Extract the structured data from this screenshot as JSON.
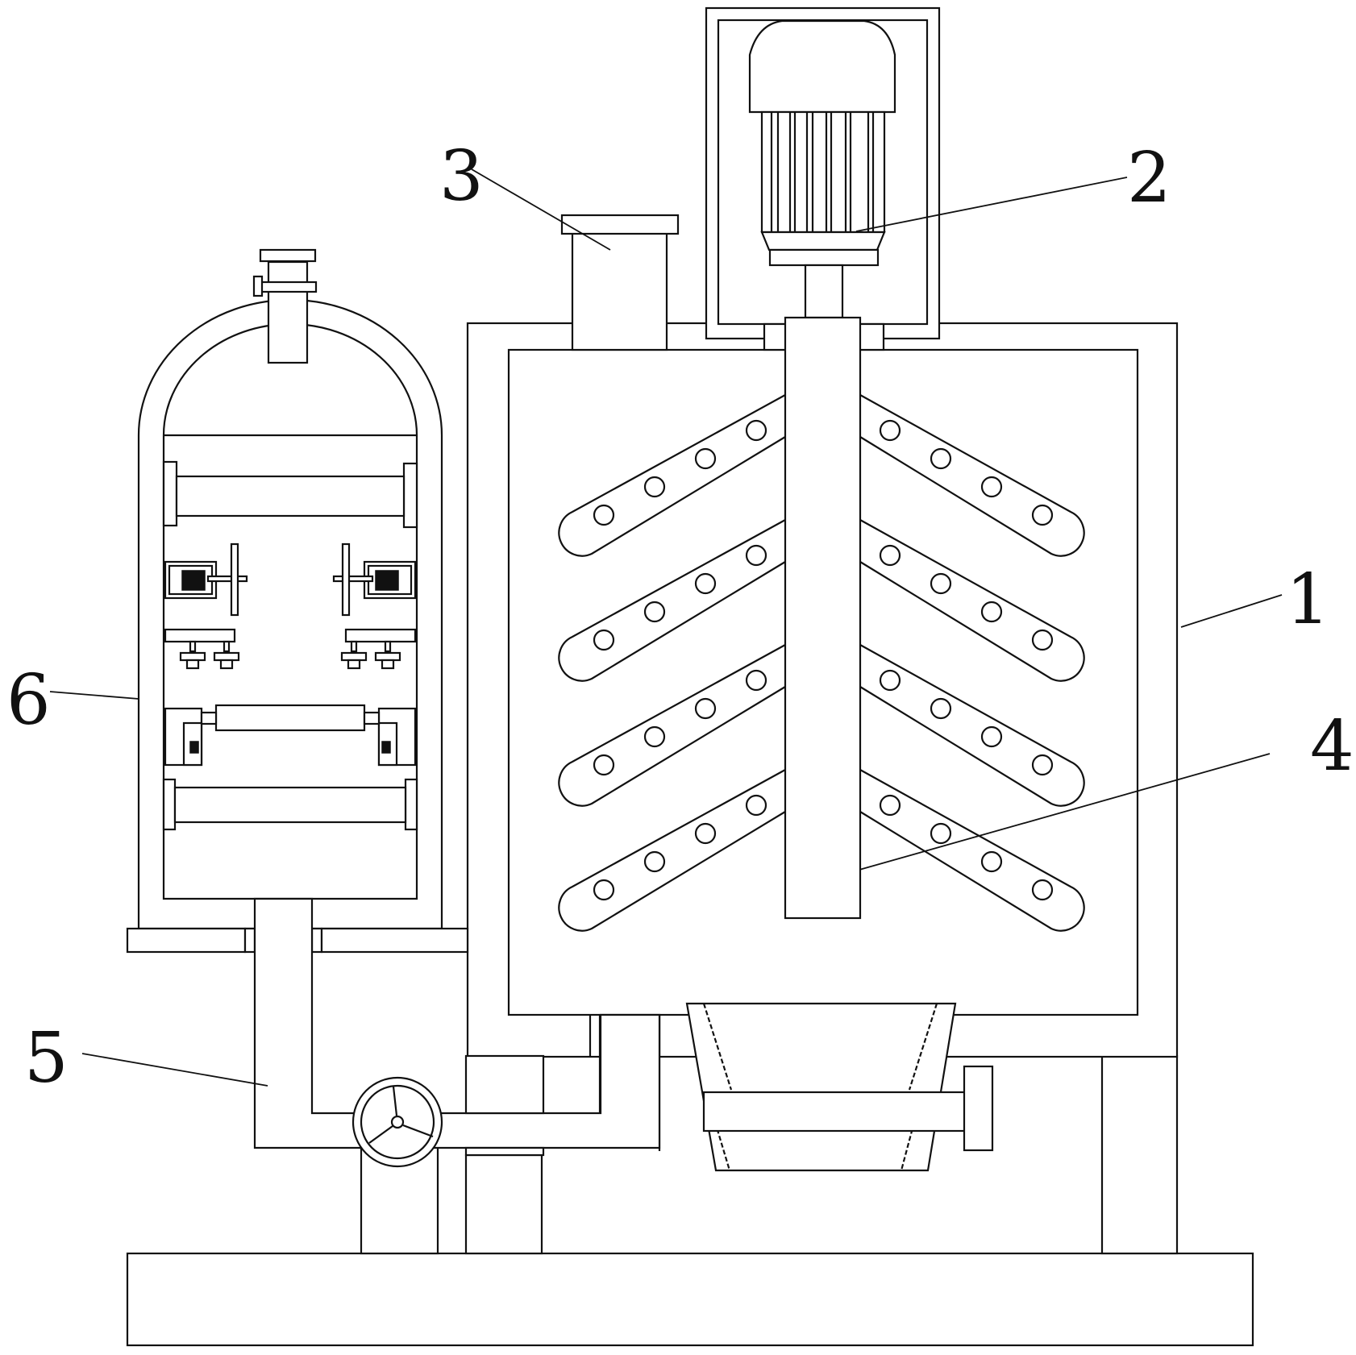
{
  "figure": {
    "type": "patent-mechanical-drawing",
    "line_color": "#111111",
    "background": "#ffffff"
  },
  "parts": [
    {
      "number": "1",
      "name": "mixing tank body"
    },
    {
      "number": "2",
      "name": "drive motor"
    },
    {
      "number": "3",
      "name": "feed inlet"
    },
    {
      "number": "4",
      "name": "stirring shaft"
    },
    {
      "number": "5",
      "name": "connecting pipe with valve"
    },
    {
      "number": "6",
      "name": "filter housing"
    }
  ],
  "callouts": {
    "c1": "1",
    "c2": "2",
    "c3": "3",
    "c4": "4",
    "c5": "5",
    "c6": "6"
  },
  "agitator": {
    "blade_pairs": 4,
    "holes_per_blade": 4
  }
}
